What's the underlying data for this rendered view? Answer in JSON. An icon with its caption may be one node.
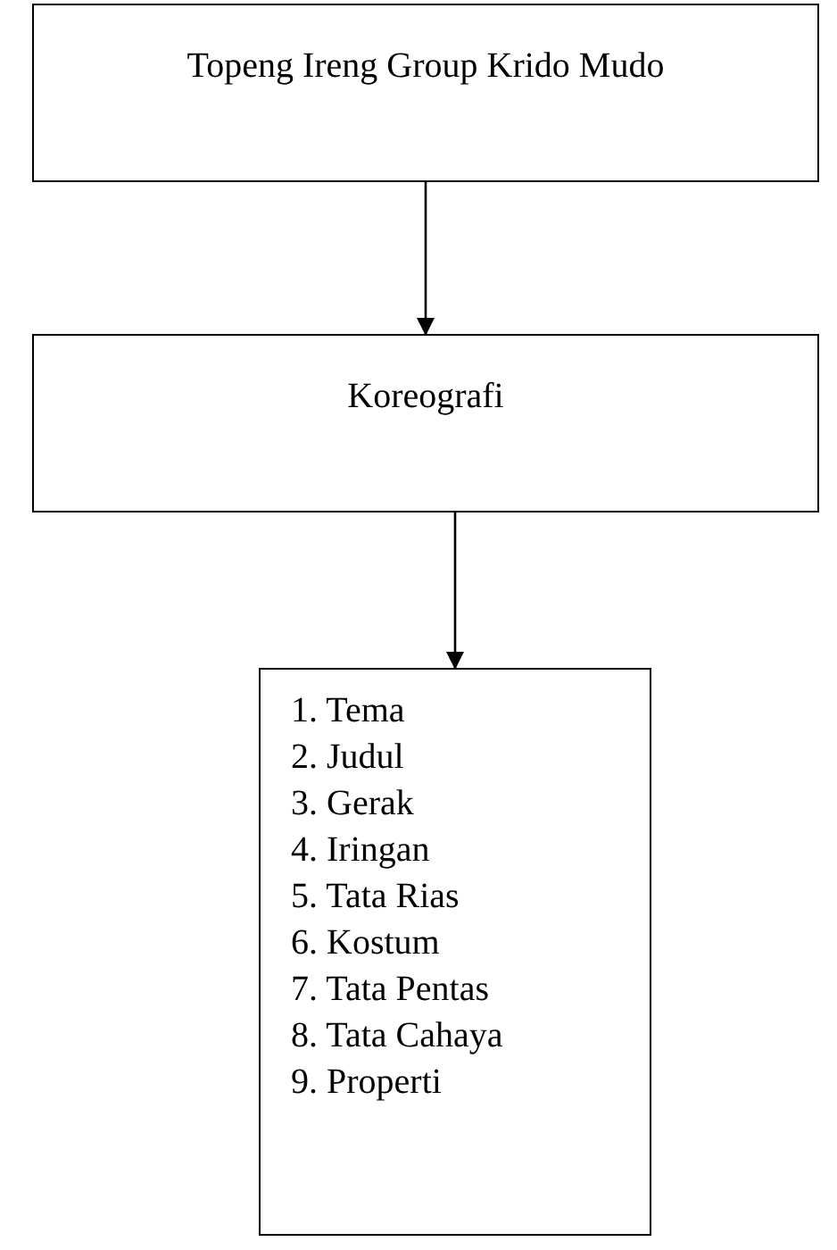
{
  "diagram": {
    "nodes": [
      {
        "text": [
          "Topeng Ireng Group Krido Mudo"
        ]
      },
      {
        "text": [
          "Koreografi"
        ]
      },
      {
        "text": [
          "1. Tema",
          "2. Judul",
          "3. Gerak",
          "4. Iringan",
          "5. Tata Rias",
          "6. Kostum",
          "7. Tata Pentas",
          "8. Tata Cahaya",
          "9. Properti"
        ]
      }
    ],
    "edges": [
      {
        "from": 0,
        "to": 1,
        "arrow": "to"
      },
      {
        "from": 1,
        "to": 2,
        "arrow": "to"
      }
    ]
  }
}
